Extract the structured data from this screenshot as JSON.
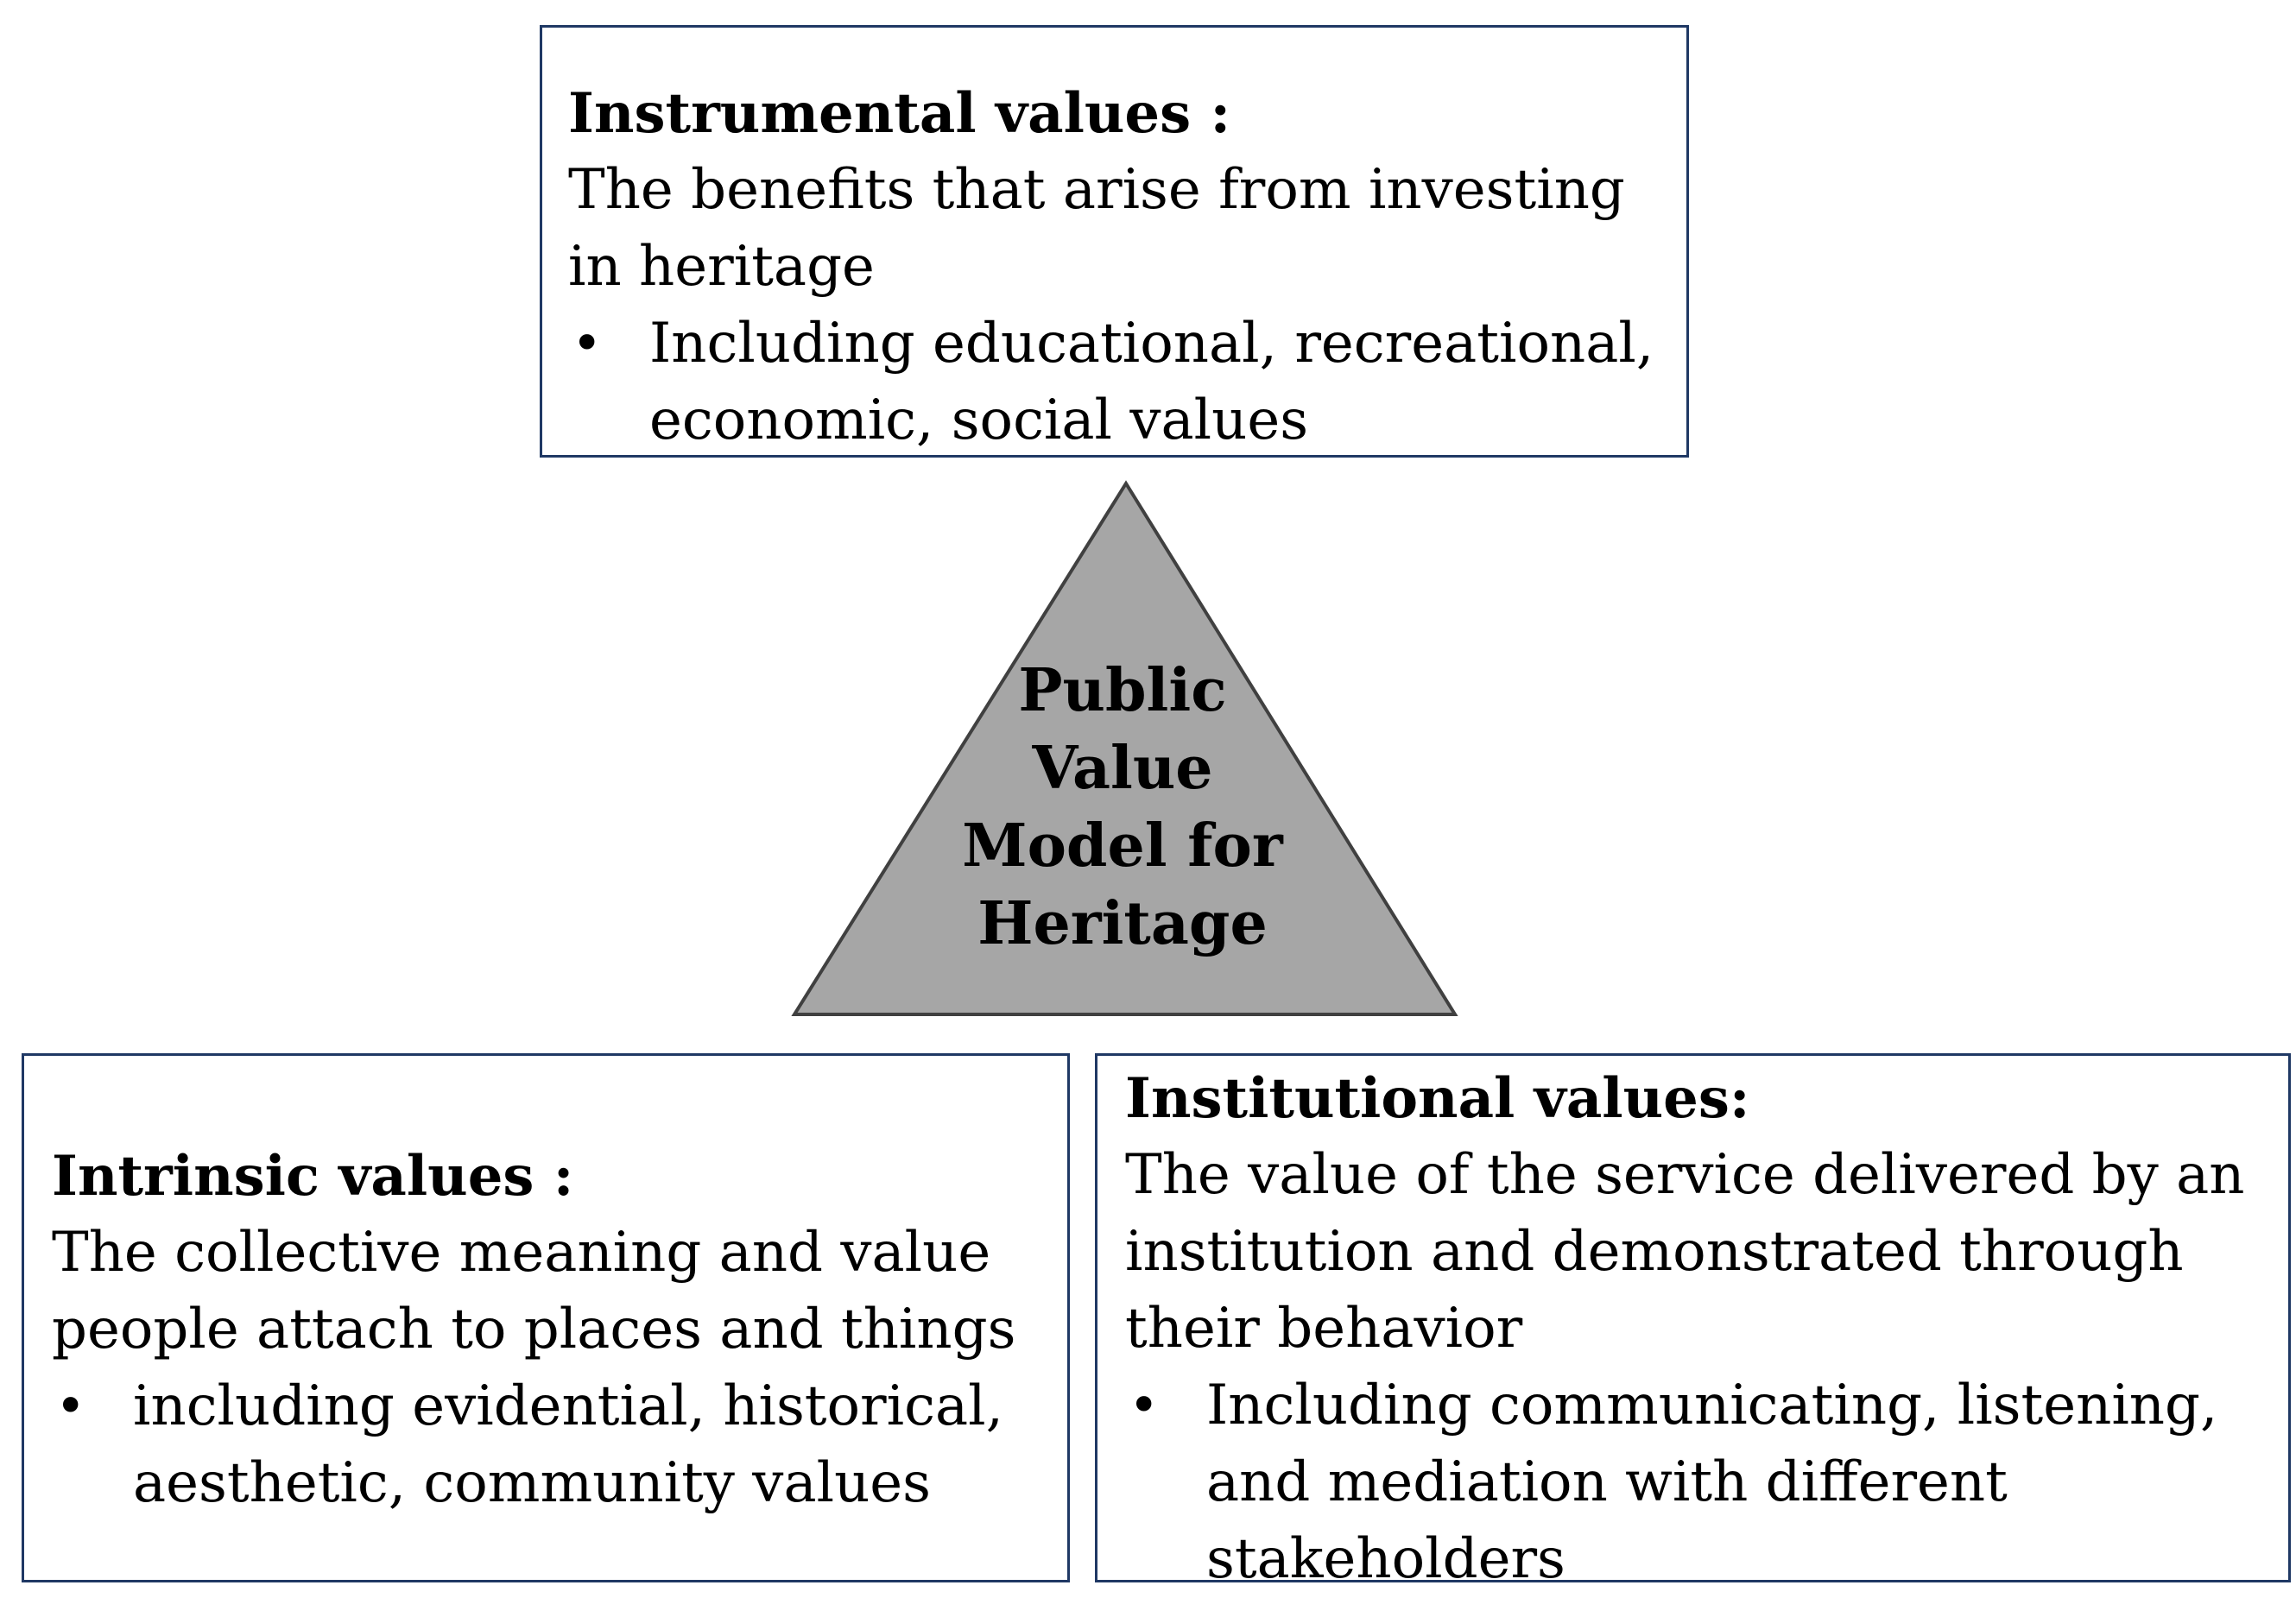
{
  "center": {
    "lines": [
      "Public",
      "Value",
      "Model for",
      "Heritage"
    ],
    "fill_color": "#a6a6a6",
    "stroke_color": "#404040"
  },
  "instrumental": {
    "title": "Instrumental values :",
    "description": "The benefits that arise from investing in heritage",
    "bullets": [
      "Including educational, recreational, economic, social values"
    ]
  },
  "intrinsic": {
    "title": "Intrinsic values :",
    "description": "The collective meaning and value people attach to places and things",
    "bullets": [
      "including evidential, historical, aesthetic, community values"
    ]
  },
  "institutional": {
    "title": "Institutional values:",
    "description": "The value of the service delivered by an institution and demonstrated through their behavior",
    "bullets": [
      "Including communicating, listening, and mediation with different stakeholders"
    ]
  },
  "colors": {
    "box_border": "#1f3864"
  }
}
